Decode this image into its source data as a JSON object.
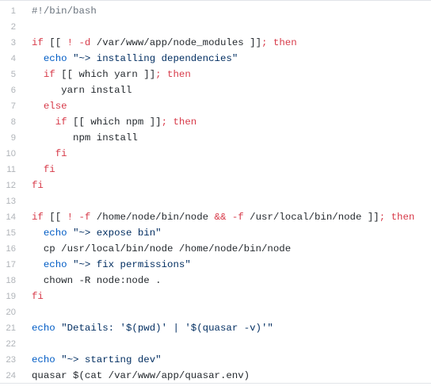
{
  "editor": {
    "language": "bash",
    "colors": {
      "plain": "#24292e",
      "keyword": "#d73a49",
      "builtin": "#005cc5",
      "string": "#032f62",
      "comment": "#6a737d",
      "line_number": "#b0b4b9",
      "border": "#e1e4e8"
    },
    "lines": [
      {
        "number": "1",
        "tokens": [
          {
            "text": "#!/bin/bash",
            "kind": "comment"
          }
        ]
      },
      {
        "number": "2",
        "tokens": []
      },
      {
        "number": "3",
        "tokens": [
          {
            "text": "if",
            "kind": "keyword"
          },
          {
            "text": " [[ ",
            "kind": "plain"
          },
          {
            "text": "!",
            "kind": "keyword"
          },
          {
            "text": " ",
            "kind": "plain"
          },
          {
            "text": "-d",
            "kind": "keyword"
          },
          {
            "text": " /var/www/app/node_modules ]]",
            "kind": "plain"
          },
          {
            "text": "; then",
            "kind": "keyword"
          }
        ]
      },
      {
        "number": "4",
        "tokens": [
          {
            "text": "  ",
            "kind": "plain"
          },
          {
            "text": "echo",
            "kind": "builtin"
          },
          {
            "text": " ",
            "kind": "plain"
          },
          {
            "text": "\"~> installing dependencies\"",
            "kind": "string"
          }
        ]
      },
      {
        "number": "5",
        "tokens": [
          {
            "text": "  ",
            "kind": "plain"
          },
          {
            "text": "if",
            "kind": "keyword"
          },
          {
            "text": " [[ which yarn ]]",
            "kind": "plain"
          },
          {
            "text": "; then",
            "kind": "keyword"
          }
        ]
      },
      {
        "number": "6",
        "tokens": [
          {
            "text": "     yarn install",
            "kind": "plain"
          }
        ]
      },
      {
        "number": "7",
        "tokens": [
          {
            "text": "  ",
            "kind": "plain"
          },
          {
            "text": "else",
            "kind": "keyword"
          }
        ]
      },
      {
        "number": "8",
        "tokens": [
          {
            "text": "    ",
            "kind": "plain"
          },
          {
            "text": "if",
            "kind": "keyword"
          },
          {
            "text": " [[ which npm ]]",
            "kind": "plain"
          },
          {
            "text": "; then",
            "kind": "keyword"
          }
        ]
      },
      {
        "number": "9",
        "tokens": [
          {
            "text": "       npm install",
            "kind": "plain"
          }
        ]
      },
      {
        "number": "10",
        "tokens": [
          {
            "text": "    ",
            "kind": "plain"
          },
          {
            "text": "fi",
            "kind": "keyword"
          }
        ]
      },
      {
        "number": "11",
        "tokens": [
          {
            "text": "  ",
            "kind": "plain"
          },
          {
            "text": "fi",
            "kind": "keyword"
          }
        ]
      },
      {
        "number": "12",
        "tokens": [
          {
            "text": "fi",
            "kind": "keyword"
          }
        ]
      },
      {
        "number": "13",
        "tokens": []
      },
      {
        "number": "14",
        "tokens": [
          {
            "text": "if",
            "kind": "keyword"
          },
          {
            "text": " [[ ",
            "kind": "plain"
          },
          {
            "text": "!",
            "kind": "keyword"
          },
          {
            "text": " ",
            "kind": "plain"
          },
          {
            "text": "-f",
            "kind": "keyword"
          },
          {
            "text": " /home/node/bin/node ",
            "kind": "plain"
          },
          {
            "text": "&&",
            "kind": "keyword"
          },
          {
            "text": " ",
            "kind": "plain"
          },
          {
            "text": "-f",
            "kind": "keyword"
          },
          {
            "text": " /usr/local/bin/node ]]",
            "kind": "plain"
          },
          {
            "text": "; then",
            "kind": "keyword"
          }
        ]
      },
      {
        "number": "15",
        "tokens": [
          {
            "text": "  ",
            "kind": "plain"
          },
          {
            "text": "echo",
            "kind": "builtin"
          },
          {
            "text": " ",
            "kind": "plain"
          },
          {
            "text": "\"~> expose bin\"",
            "kind": "string"
          }
        ]
      },
      {
        "number": "16",
        "tokens": [
          {
            "text": "  cp /usr/local/bin/node /home/node/bin/node",
            "kind": "plain"
          }
        ]
      },
      {
        "number": "17",
        "tokens": [
          {
            "text": "  ",
            "kind": "plain"
          },
          {
            "text": "echo",
            "kind": "builtin"
          },
          {
            "text": " ",
            "kind": "plain"
          },
          {
            "text": "\"~> fix permissions\"",
            "kind": "string"
          }
        ]
      },
      {
        "number": "18",
        "tokens": [
          {
            "text": "  chown -R node:node .",
            "kind": "plain"
          }
        ]
      },
      {
        "number": "19",
        "tokens": [
          {
            "text": "fi",
            "kind": "keyword"
          }
        ]
      },
      {
        "number": "20",
        "tokens": []
      },
      {
        "number": "21",
        "tokens": [
          {
            "text": "echo",
            "kind": "builtin"
          },
          {
            "text": " ",
            "kind": "plain"
          },
          {
            "text": "\"Details: '$(pwd)' | '$(quasar -v)'\"",
            "kind": "string"
          }
        ]
      },
      {
        "number": "22",
        "tokens": []
      },
      {
        "number": "23",
        "tokens": [
          {
            "text": "echo",
            "kind": "builtin"
          },
          {
            "text": " ",
            "kind": "plain"
          },
          {
            "text": "\"~> starting dev\"",
            "kind": "string"
          }
        ]
      },
      {
        "number": "24",
        "tokens": [
          {
            "text": "quasar $(cat /var/www/app/quasar.env)",
            "kind": "plain"
          }
        ]
      }
    ]
  }
}
